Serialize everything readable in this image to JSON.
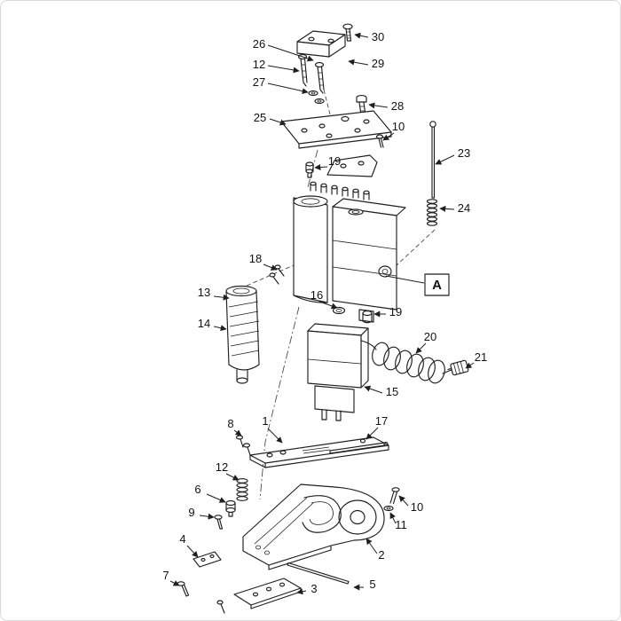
{
  "page": {
    "background": "#ffffff",
    "line_color": "#1f1f1f",
    "border_color": "#d9d9d9"
  },
  "diagram": {
    "type": "exploded-parts-diagram",
    "detail_marker": "A"
  },
  "callouts": [
    {
      "label": "30"
    },
    {
      "label": "26"
    },
    {
      "label": "29"
    },
    {
      "label": "12"
    },
    {
      "label": "27"
    },
    {
      "label": "28"
    },
    {
      "label": "25"
    },
    {
      "label": "10"
    },
    {
      "label": "19"
    },
    {
      "label": "23"
    },
    {
      "label": "24"
    },
    {
      "label": "18"
    },
    {
      "label": "13"
    },
    {
      "label": "16"
    },
    {
      "label": "19"
    },
    {
      "label": "14"
    },
    {
      "label": "20"
    },
    {
      "label": "21"
    },
    {
      "label": "15"
    },
    {
      "label": "8"
    },
    {
      "label": "1"
    },
    {
      "label": "17"
    },
    {
      "label": "12"
    },
    {
      "label": "6"
    },
    {
      "label": "10"
    },
    {
      "label": "9"
    },
    {
      "label": "11"
    },
    {
      "label": "4"
    },
    {
      "label": "2"
    },
    {
      "label": "7"
    },
    {
      "label": "5"
    },
    {
      "label": "3"
    }
  ]
}
